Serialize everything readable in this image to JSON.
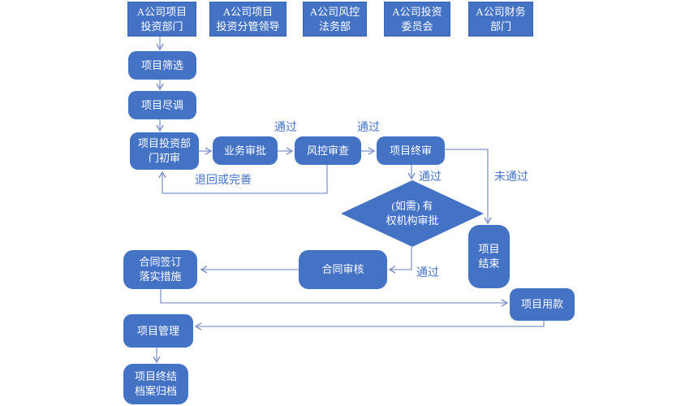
{
  "colors": {
    "background": "#ffffff",
    "node_fill": "#4472C4",
    "node_text": "#ffffff",
    "connector": "#8496C8",
    "label_text": "#4472C4"
  },
  "org_units": [
    {
      "label": "A公司项目\n投资部门"
    },
    {
      "label": "A公司项目\n投资分管领导"
    },
    {
      "label": "A公司风控\n法务部"
    },
    {
      "label": "A公司投资\n委员会"
    },
    {
      "label": "A公司财务\n部门"
    }
  ],
  "nodes": {
    "screening": "项目筛选",
    "due_diligence": "项目尽调",
    "initial_review": "项目投资部\n门初审",
    "business_approval": "业务审批",
    "risk_review": "风控审查",
    "final_review": "项目终审",
    "authority_approval": "(如需) 有\n权机构审批",
    "project_end": "项目\n结束",
    "contract_review": "合同审核",
    "contract_signing": "合同签订\n落实措施",
    "project_funding": "项目用款",
    "project_management": "项目管理",
    "project_closure": "项目终结\n档案归档"
  },
  "edge_labels": {
    "pass_1": "通过",
    "pass_2": "通过",
    "pass_3": "通过",
    "pass_4": "通过",
    "fail": "未通过",
    "rework": "退回或完善"
  },
  "edges": [
    {
      "from": "A公司项目投资部门",
      "to": "项目筛选",
      "label": ""
    },
    {
      "from": "项目筛选",
      "to": "项目尽调",
      "label": ""
    },
    {
      "from": "项目尽调",
      "to": "项目投资部门初审",
      "label": ""
    },
    {
      "from": "项目投资部门初审",
      "to": "业务审批",
      "label": ""
    },
    {
      "from": "业务审批",
      "to": "风控审查",
      "label": "通过"
    },
    {
      "from": "风控审查",
      "to": "项目终审",
      "label": "通过"
    },
    {
      "from": "风控审查",
      "to": "项目投资部门初审",
      "label": "退回或完善"
    },
    {
      "from": "项目终审",
      "to": "(如需) 有权机构审批",
      "label": "通过"
    },
    {
      "from": "项目终审",
      "to": "项目结束",
      "label": "未通过"
    },
    {
      "from": "(如需) 有权机构审批",
      "to": "合同审核",
      "label": "通过"
    },
    {
      "from": "合同审核",
      "to": "合同签订落实措施",
      "label": ""
    },
    {
      "from": "合同签订落实措施",
      "to": "项目用款",
      "label": ""
    },
    {
      "from": "项目用款",
      "to": "项目管理",
      "label": ""
    },
    {
      "from": "项目管理",
      "to": "项目终结档案归档",
      "label": ""
    }
  ]
}
